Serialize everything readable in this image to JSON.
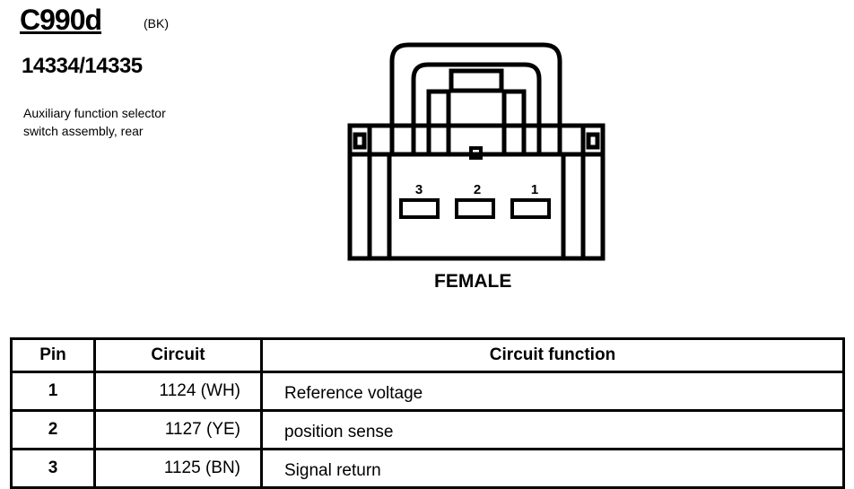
{
  "header": {
    "connector_id": "C990d",
    "color_code": "(BK)",
    "part_numbers": "14334/14335",
    "description_line1": "Auxiliary function selector",
    "description_line2": "switch assembly, rear"
  },
  "connector": {
    "gender": "FEMALE",
    "pins": [
      {
        "label": "3"
      },
      {
        "label": "2"
      },
      {
        "label": "1"
      }
    ]
  },
  "table": {
    "headers": {
      "pin": "Pin",
      "circuit": "Circuit",
      "function": "Circuit function"
    },
    "rows": [
      {
        "pin": "1",
        "circuit": "1124 (WH)",
        "function": "Reference voltage"
      },
      {
        "pin": "2",
        "circuit": "1127 (YE)",
        "function": "position sense"
      },
      {
        "pin": "3",
        "circuit": "1125 (BN)",
        "function": "Signal return"
      }
    ]
  }
}
